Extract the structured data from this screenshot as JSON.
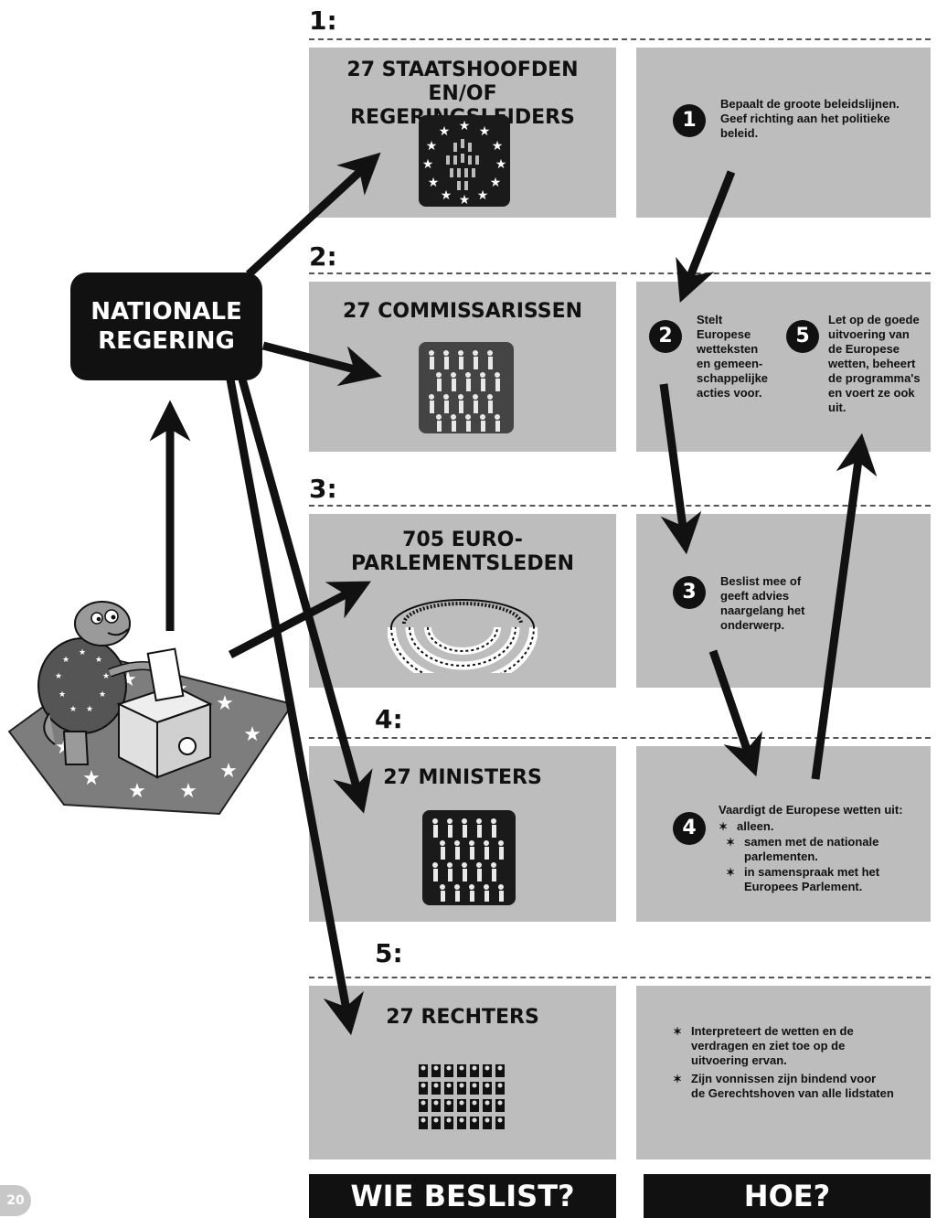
{
  "sections": [
    {
      "number": "1:",
      "title": "27 STAATSHOOFDEN EN/OF\nREGERINGSLEIDERS",
      "icon": "eu-stars-people-icon"
    },
    {
      "number": "2:",
      "title": "27 COMMISSARISSEN",
      "icon": "people-group-icon"
    },
    {
      "number": "3:",
      "title": "705 EURO-\nPARLEMENTSLEDEN",
      "icon": "parliament-hemicycle-icon"
    },
    {
      "number": "4:",
      "title": "27 MINISTERS",
      "icon": "people-group-icon"
    },
    {
      "number": "5:",
      "title": "27 RECHTERS",
      "icon": "judges-grid-icon"
    }
  ],
  "steps": [
    {
      "badge": "1",
      "text": "Bepaalt de groote beleidslijnen.\nGeef richting aan het politieke\nbeleid."
    },
    {
      "badge": "2",
      "text": "Stelt\nEuropese\nwetteksten\nen gemeen-\nschappelijke\nacties voor."
    },
    {
      "badge": "5",
      "text": "Let op de goede\nuitvoering van\nde Europese\nwetten, beheert\nde programma's\nen voert ze ook\nuit."
    },
    {
      "badge": "3",
      "text": "Beslist mee of\ngeeft advies\nnaargelang het\nonderwerp."
    },
    {
      "badge": "4",
      "text": "Vaardigt de Europese wetten uit:",
      "bullets": [
        "alleen.",
        "samen met de nationale\nparlementen.",
        "in samenspraak met het\nEuropees Parlement."
      ]
    }
  ],
  "section5_bullets": [
    "Interpreteert de wetten en de\nverdragen en ziet toe op de\nuitvoering ervan.",
    "Zijn vonnissen zijn bindend voor\nde Gerechtshoven van alle lidstaten"
  ],
  "national_government": "NATIONALE\nREGERING",
  "footer": {
    "left": "WIE BESLIST?",
    "right": "HOE?"
  },
  "page_number": "20",
  "colors": {
    "panel": "#bdbdbd",
    "dark": "#111111"
  }
}
